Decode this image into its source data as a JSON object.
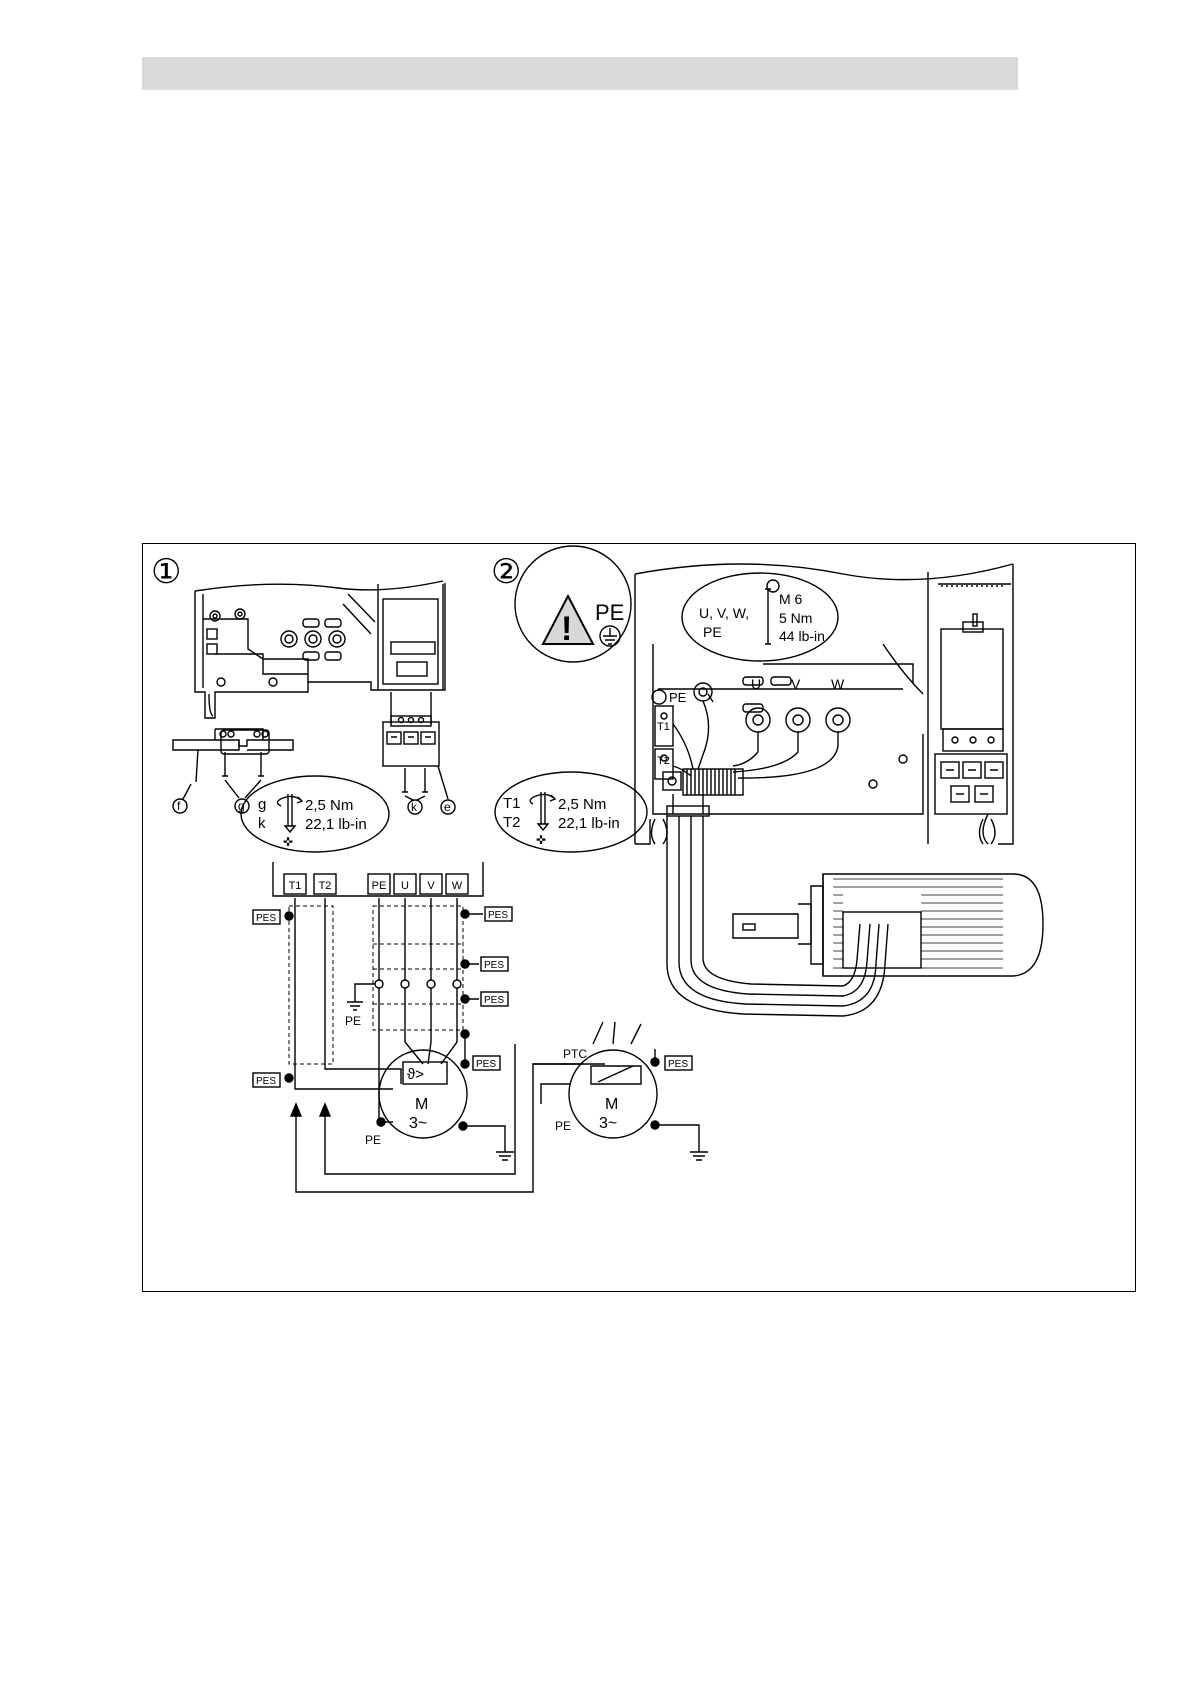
{
  "header": {
    "title": ""
  },
  "figure": {
    "panel1": {
      "number": "①",
      "parts": {
        "f": "f",
        "g": "g",
        "k": "k",
        "e": "e"
      },
      "torque": {
        "screw_g": "g",
        "screw_k": "k",
        "value_nm": "2,5 Nm",
        "value_lbin": "22,1 lb-in"
      }
    },
    "panel2": {
      "number": "②",
      "warning_pe": "PE",
      "spec": {
        "terminals_line1": "U, V, W,",
        "terminals_line2": "PE",
        "thread": "M 6",
        "torque_nm": "5 Nm",
        "torque_lbin": "44 lb-in"
      },
      "terminal_labels": {
        "u": "U",
        "v": "V",
        "w": "W",
        "pe": "PE",
        "t1": "T1",
        "t2": "T2"
      },
      "torque": {
        "screw_t1": "T1",
        "screw_t2": "T2",
        "value_nm": "2,5 Nm",
        "value_lbin": "22,1 lb-in"
      }
    },
    "schematic": {
      "terminals": [
        "T1",
        "T2",
        "PE",
        "U",
        "V",
        "W"
      ],
      "shield_label": "PES",
      "pe_label": "PE",
      "thermal_symbol": "ϑ>",
      "motor1": {
        "line1": "M",
        "line2": "3~"
      },
      "motor2": {
        "line1": "M",
        "line2": "3~"
      },
      "ptc_label": "PTC"
    }
  }
}
